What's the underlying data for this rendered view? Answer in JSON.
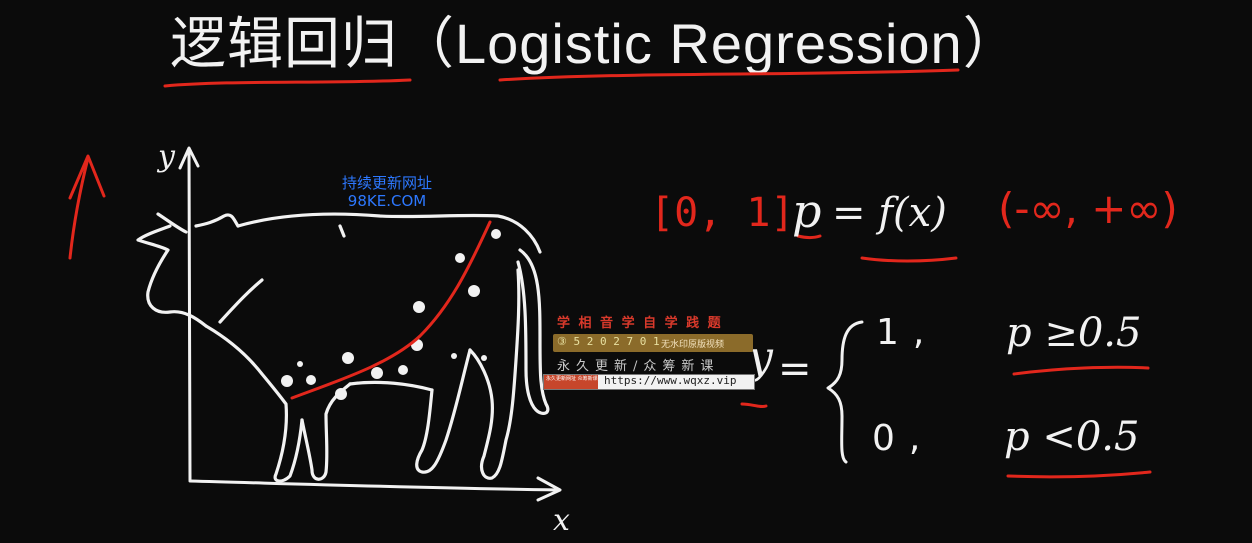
{
  "title": {
    "chinese": "逻辑回归",
    "english": "（Logistic Regression）"
  },
  "watermark": {
    "line1": "持续更新网址",
    "line2": "98KE.COM"
  },
  "badge": {
    "line1": "学 相 音 学 自 学 践 题",
    "qq": "③ 5 2 0 2 7 0 1",
    "tag": "无水印原版视频",
    "line2": "永久更新/众筹新课",
    "url": "https://www.wqxz.vip",
    "sub_label": "永久更新网址 众筹新课"
  },
  "axes": {
    "x": "x",
    "y": "y"
  },
  "formula": {
    "range01": "[0, 1]",
    "p": "p",
    "equals_fx": "= f(x)",
    "range_inf": "(-∞, +∞)",
    "y": "y",
    "case1_value": "1,",
    "case1_cond": "p ≥0.5",
    "case0_value": "0,",
    "case0_cond": "p <0.5"
  },
  "colors": {
    "background": "#0b0b0b",
    "chalk": "#f2f2f2",
    "red_ink": "#e2271c",
    "watermark_blue": "#2d78ff"
  }
}
